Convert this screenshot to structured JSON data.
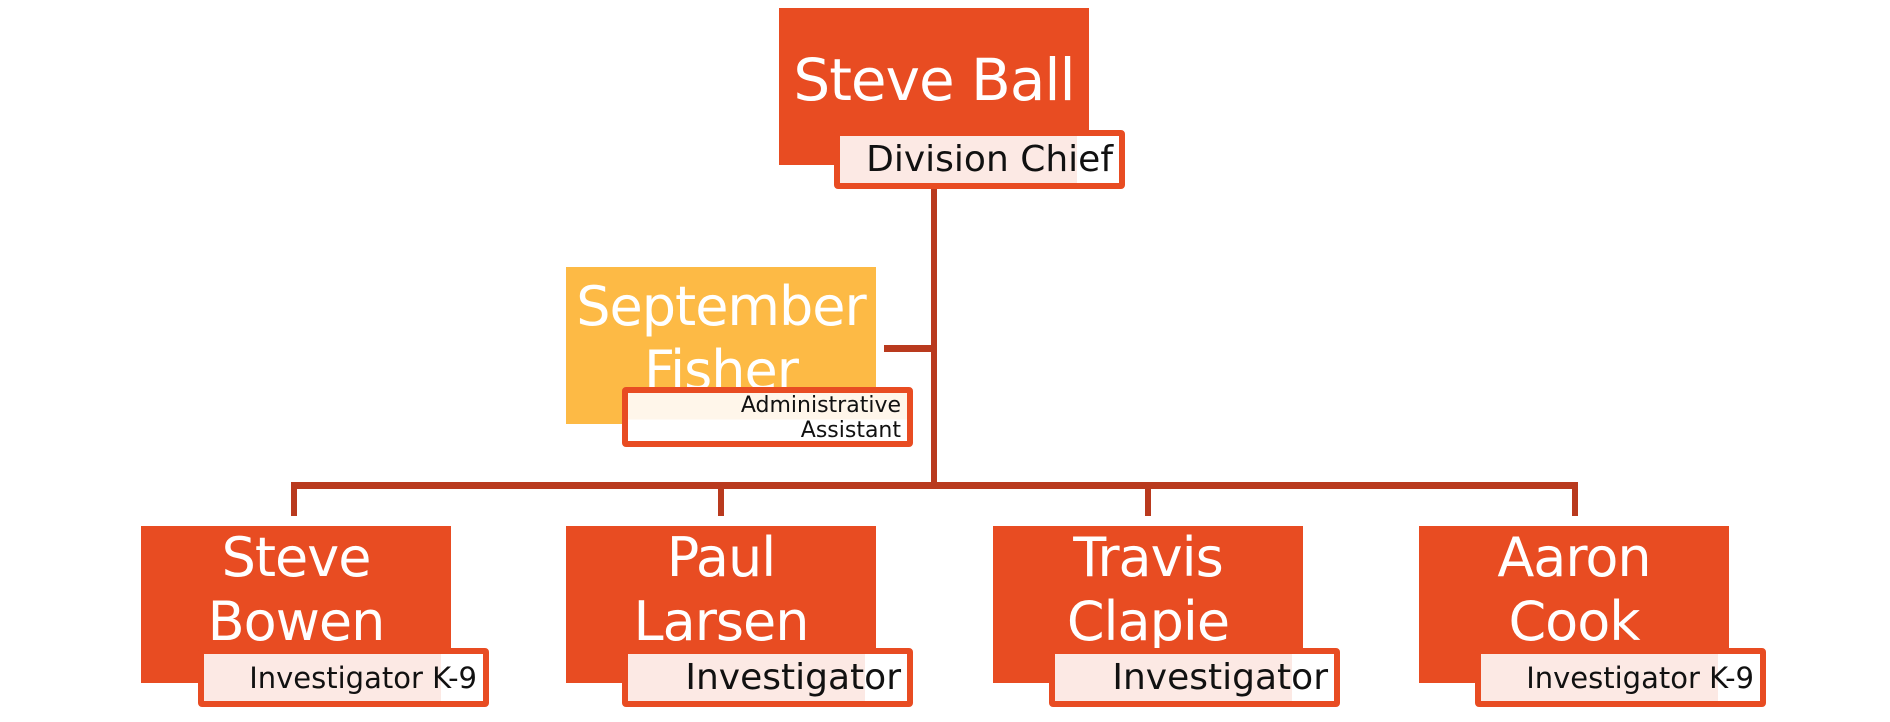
{
  "colors": {
    "primary": "#E84C22",
    "assistant": "#FDBA45",
    "connector": "#B93A1E"
  },
  "chief": {
    "name": "Steve Ball",
    "title": "Division Chief"
  },
  "assistant": {
    "name": "September Fisher",
    "title": "Administrative Assistant"
  },
  "staff": [
    {
      "name": "Steve Bowen",
      "title": "Investigator K-9"
    },
    {
      "name": "Paul Larsen",
      "title": "Investigator"
    },
    {
      "name": "Travis Clapie",
      "title": "Investigator"
    },
    {
      "name": "Aaron Cook",
      "title": "Investigator K-9"
    }
  ]
}
